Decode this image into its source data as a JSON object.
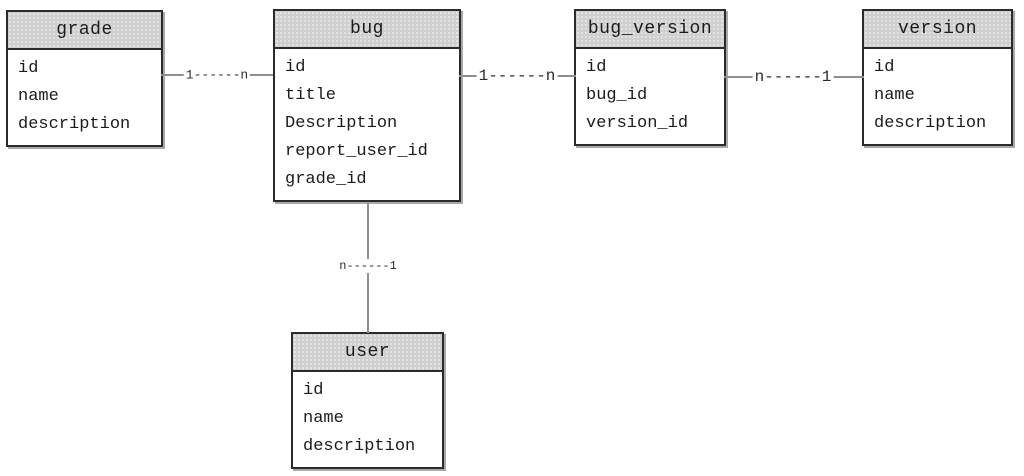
{
  "diagram": {
    "entities": [
      {
        "name": "grade",
        "fields": [
          "id",
          "name",
          "description"
        ]
      },
      {
        "name": "bug",
        "fields": [
          "id",
          "title",
          "Description",
          "report_user_id",
          "grade_id"
        ]
      },
      {
        "name": "bug_version",
        "fields": [
          "id",
          "bug_id",
          "version_id"
        ]
      },
      {
        "name": "version",
        "fields": [
          "id",
          "name",
          "description"
        ]
      },
      {
        "name": "user",
        "fields": [
          "id",
          "name",
          "description"
        ]
      }
    ],
    "connectors": [
      {
        "from": "grade",
        "to": "bug",
        "label": "1------n",
        "orientation": "horizontal"
      },
      {
        "from": "bug",
        "to": "bug_version",
        "label": "1------n",
        "orientation": "horizontal"
      },
      {
        "from": "bug_version",
        "to": "version",
        "label": "n------1",
        "orientation": "horizontal"
      },
      {
        "from": "bug",
        "to": "user",
        "label": "n------1",
        "orientation": "vertical"
      }
    ],
    "colors": {
      "header_fill": "#cfcfcf",
      "header_dot": "#e3e3e3",
      "border": "#2b2b2b",
      "shadow": "#a9a9a9",
      "connector_line": "#8f8f8f",
      "text": "#1b1b1b",
      "background": "#ffffff"
    }
  }
}
